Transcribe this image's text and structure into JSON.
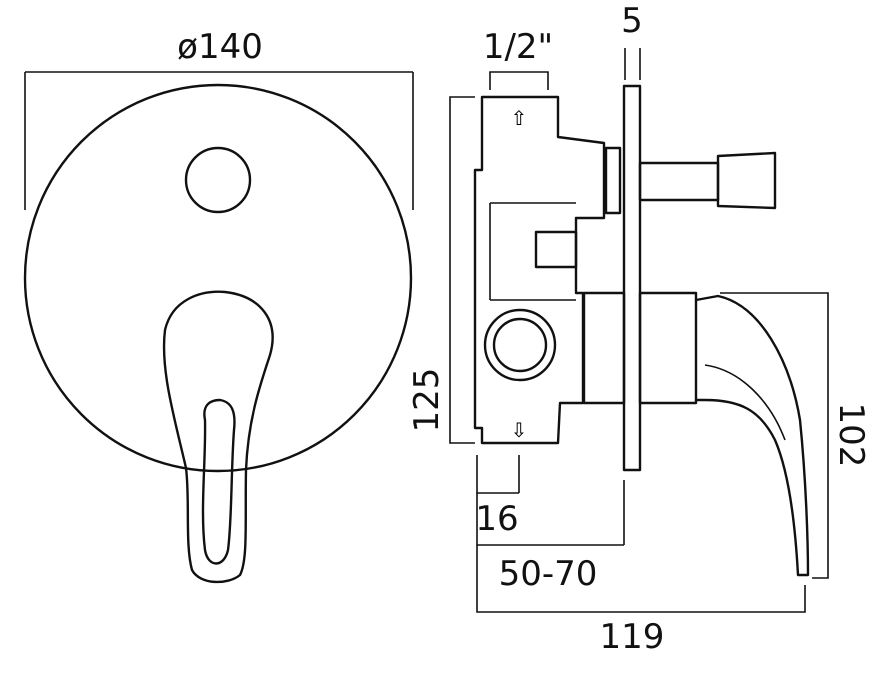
{
  "drawing": {
    "title": "Concealed shower/bath mixer valve – front and side views",
    "dimensions": {
      "plate_diameter": "ø140",
      "inlet_thread": "1/2\"",
      "plate_thickness": "5",
      "body_height": "125",
      "outlet_offset": "16",
      "wall_depth_range": "50-70",
      "overall_projection": "119",
      "lever_height": "102"
    }
  }
}
